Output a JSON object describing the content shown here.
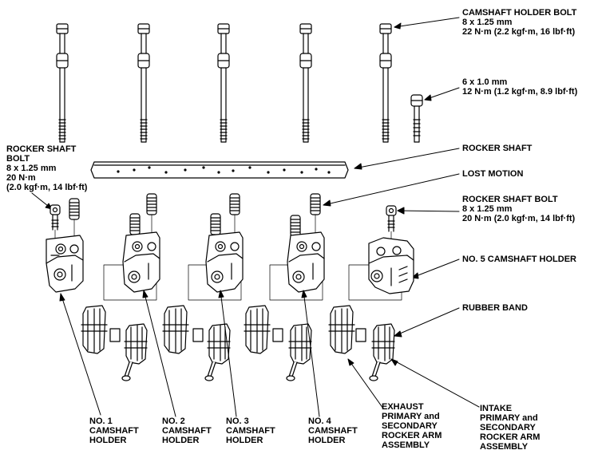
{
  "labels": {
    "camshaft_holder_bolt": {
      "line1": "CAMSHAFT HOLDER BOLT",
      "line2": "8 x 1.25 mm",
      "line3": "22 N·m (2.2 kgf·m, 16 lbf·ft)"
    },
    "small_bolt": {
      "line1": "6 x 1.0 mm",
      "line2": "12 N·m (1.2 kgf·m, 8.9 lbf·ft)"
    },
    "rocker_shaft": "ROCKER SHAFT",
    "lost_motion": "LOST MOTION",
    "rocker_shaft_bolt_left": {
      "line1": "ROCKER SHAFT",
      "line2": "BOLT",
      "line3": "8 x 1.25 mm",
      "line4": "20 N·m",
      "line5": "(2.0 kgf·m, 14 lbf·ft)"
    },
    "rocker_shaft_bolt_right": {
      "line1": "ROCKER SHAFT BOLT",
      "line2": "8 x 1.25 mm",
      "line3": "20 N·m (2.0 kgf·m, 14 lbf·ft)"
    },
    "no5_holder": "NO. 5 CAMSHAFT HOLDER",
    "rubber_band": "RUBBER BAND",
    "no1_holder": {
      "line1": "NO. 1",
      "line2": "CAMSHAFT",
      "line3": "HOLDER"
    },
    "no2_holder": {
      "line1": "NO. 2",
      "line2": "CAMSHAFT",
      "line3": "HOLDER"
    },
    "no3_holder": {
      "line1": "NO. 3",
      "line2": "CAMSHAFT",
      "line3": "HOLDER"
    },
    "no4_holder": {
      "line1": "NO. 4",
      "line2": "CAMSHAFT",
      "line3": "HOLDER"
    },
    "exhaust": {
      "line1": "EXHAUST",
      "line2": "PRIMARY and",
      "line3": "SECONDARY",
      "line4": "ROCKER ARM",
      "line5": "ASSEMBLY"
    },
    "intake": {
      "line1": "INTAKE",
      "line2": "PRIMARY and",
      "line3": "SECONDARY",
      "line4": "ROCKER ARM",
      "line5": "ASSEMBLY"
    }
  }
}
